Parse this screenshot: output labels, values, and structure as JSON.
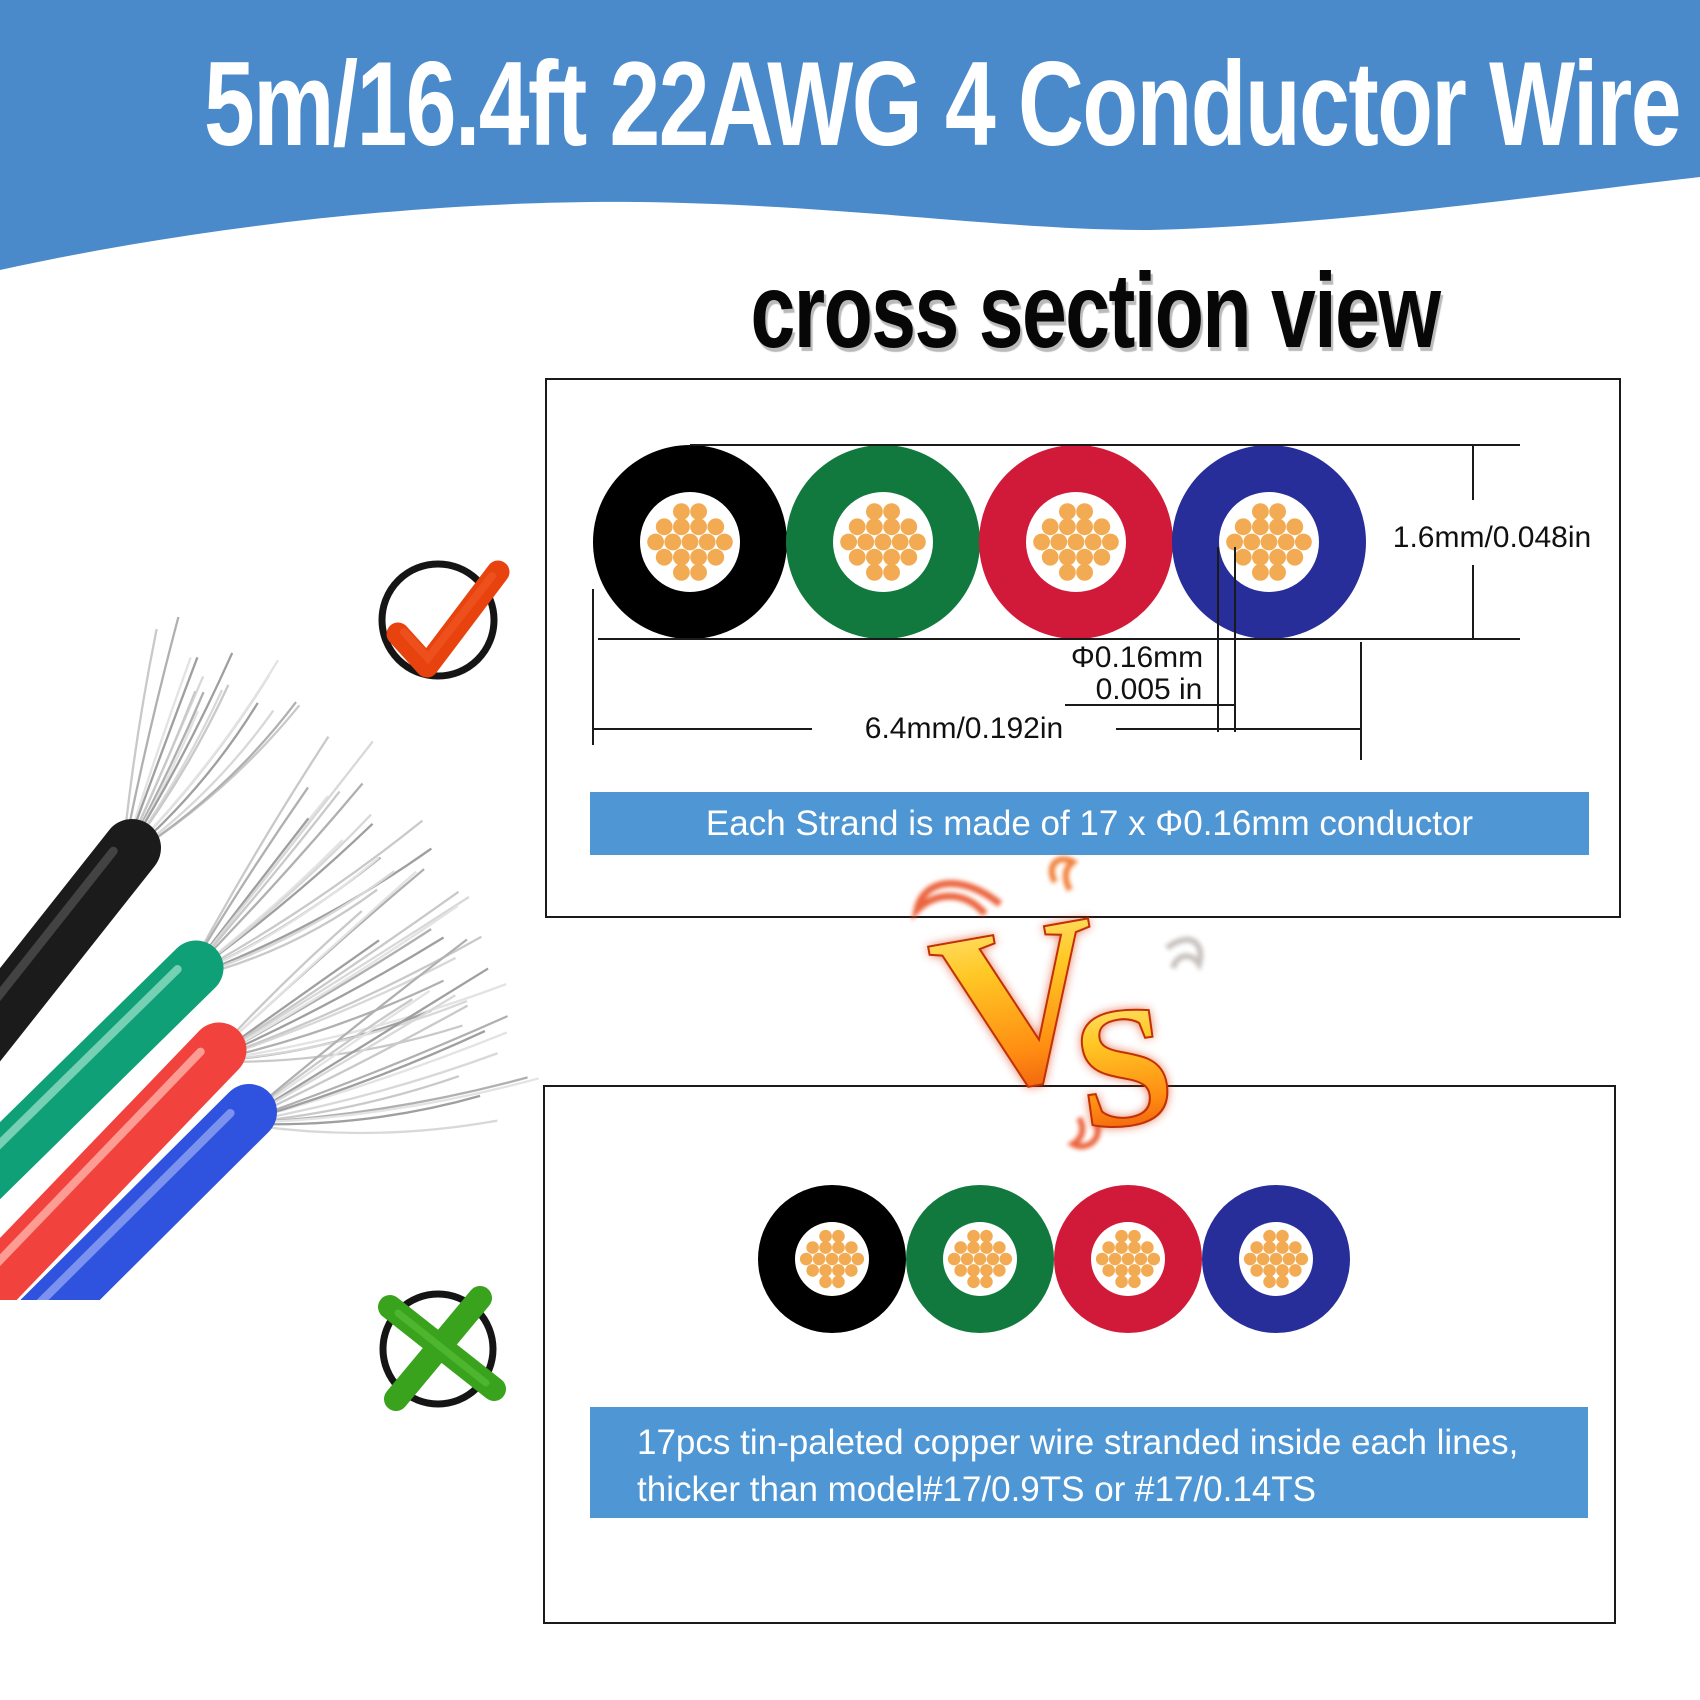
{
  "header": {
    "title": "5m/16.4ft 22AWG 4 Conductor Wire"
  },
  "section_title": "cross section view",
  "colors": {
    "header_bg": "#4a8acb",
    "info_bar_bg": "#4e96d4",
    "wire_black": "#000000",
    "wire_green": "#12793e",
    "wire_red": "#d11a3a",
    "wire_blue": "#272d99",
    "strand_orange": "#f2ab52",
    "photo_black": "#1b1b1b",
    "photo_green": "#0fa078",
    "photo_red": "#f2423e",
    "photo_blue": "#2f52df",
    "check_red": "#e8430f",
    "cross_green": "#3aa31d"
  },
  "box1": {
    "dim_height_label": "1.6mm/0.048in",
    "strand_dia_mm_label": "Φ0.16mm",
    "strand_dia_in_label": "0.005 in",
    "dim_width_label": "6.4mm/0.192in",
    "banner": "Each Strand is made of 17 x Φ0.16mm conductor",
    "strands_per_wire": 17
  },
  "vs": {
    "v": "V",
    "s": "S"
  },
  "box2": {
    "banner_line1": "17pcs tin-paleted copper wire stranded inside each lines,",
    "banner_line2": "thicker than model#17/0.9TS or #17/0.14TS"
  }
}
